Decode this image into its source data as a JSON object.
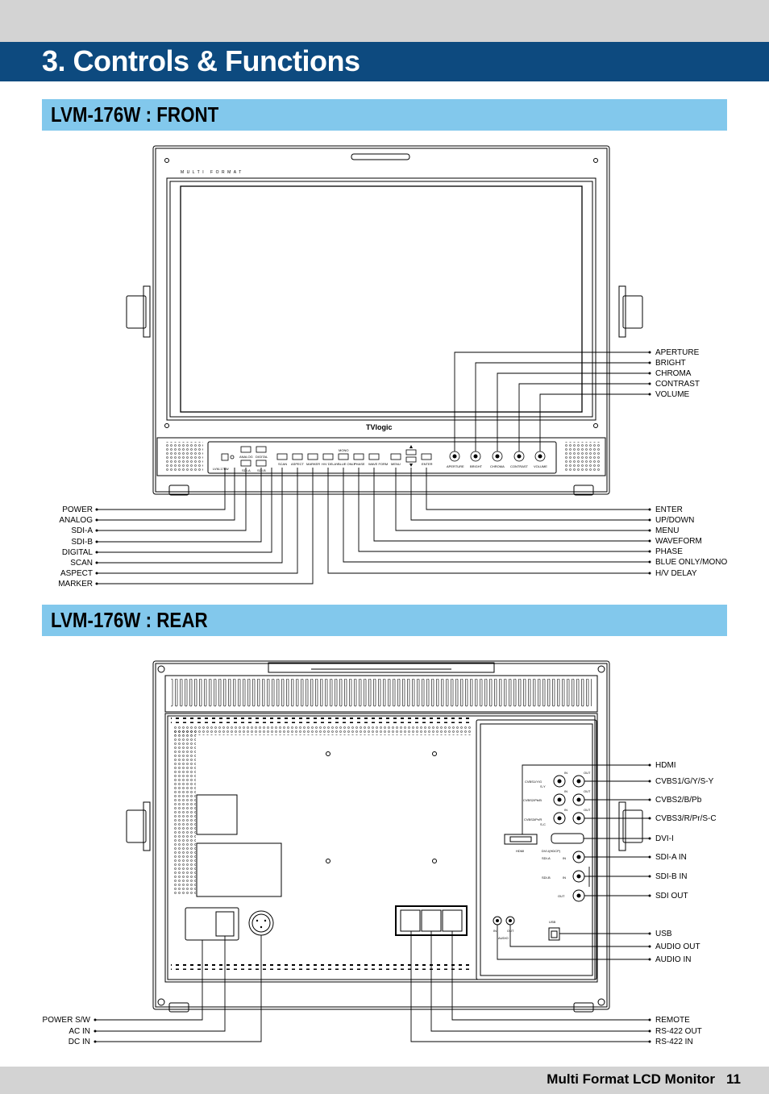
{
  "page": {
    "section_title": "3. Controls & Functions",
    "footer_title": "Multi Format LCD Monitor",
    "page_number": "11"
  },
  "front": {
    "heading": "LVM-176W : FRONT",
    "bezel_text": "MULTI FORMAT",
    "brand": "TVlogic",
    "model": "LVM-176W",
    "labels_left": [
      "POWER",
      "ANALOG",
      "SDI-A",
      "SDI-B",
      "DIGITAL",
      "SCAN",
      "ASPECT",
      "MARKER"
    ],
    "labels_right_bottom": [
      "ENTER",
      "UP/DOWN",
      "MENU",
      "WAVEFORM",
      "PHASE",
      "BLUE ONLY/MONO",
      "H/V DELAY"
    ],
    "labels_right_top": [
      "APERTURE",
      "BRIGHT",
      "CHROMA",
      "CONTRAST",
      "VOLUME"
    ],
    "panel_buttons": {
      "analog": "ANALOG",
      "digital": "DIGITAL",
      "sdia": "SDI-A",
      "sdib": "SDI-B",
      "scan": "SCAN",
      "aspect": "ASPECT",
      "marker": "MARKER",
      "hv": "H/V DELAY",
      "mono": "MONO",
      "blue": "BLUE ONLY",
      "phase": "PHASE",
      "wave": "WAVE FORM",
      "menu": "MENU",
      "enter": "ENTER"
    },
    "knobs": [
      "APERTURE",
      "BRIGHT",
      "CHROMA",
      "CONTRAST",
      "VOLUME"
    ]
  },
  "rear": {
    "heading": "LVM-176W : REAR",
    "labels_right": [
      "HDMI",
      "CVBS1/G/Y/S-Y",
      "CVBS2/B/Pb",
      "CVBS3/R/Pr/S-C",
      "DVI-I",
      "SDI-A IN",
      "SDI-B IN",
      "SDI OUT",
      "USB",
      "AUDIO OUT",
      "AUDIO IN"
    ],
    "labels_left": [
      "POWER S/W",
      "AC IN",
      "DC IN"
    ],
    "labels_right_bottom": [
      "REMOTE",
      "RS-422 OUT",
      "RS-422 IN"
    ],
    "panel": {
      "in": "IN",
      "out": "OUT",
      "cvbs1": "CVBS1/Y/G",
      "sy": "S-Y",
      "cvbs2": "CVBS2/Pb/B",
      "cvbs3": "CVBS3/Pr/R",
      "sc": "S-C",
      "hdmi": "HDMI",
      "dvi": "DVI-I(HDCP)",
      "sdia": "SDI-A",
      "sdib": "SDI-B",
      "usb": "USB",
      "audio": "AUDIO"
    }
  }
}
